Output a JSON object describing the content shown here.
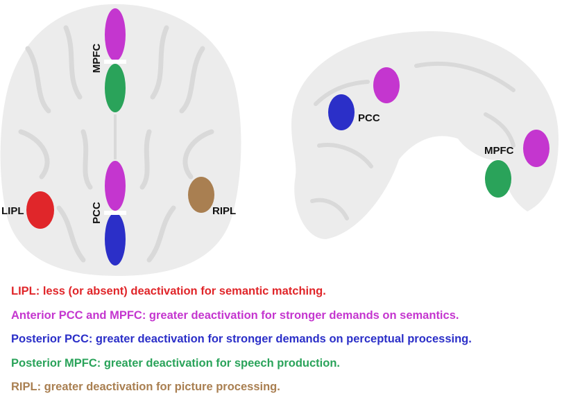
{
  "colors": {
    "lipl": "#e0262a",
    "anterior": "#c436cf",
    "posterior_pcc": "#2b2fc8",
    "posterior_mpfc": "#2aa35a",
    "ripl": "#a97f51",
    "brain_fill": "#ececec",
    "brain_pattern": "#d9d9d9",
    "label": "#111111"
  },
  "axial_view": {
    "labels": {
      "mpfc": "MPFC",
      "pcc": "PCC",
      "lipl": "LIPL",
      "ripl": "RIPL"
    }
  },
  "sagittal_view": {
    "labels": {
      "pcc": "PCC",
      "mpfc": "MPFC"
    }
  },
  "legend": [
    {
      "key": "lipl",
      "text": "LIPL: less (or absent) deactivation for semantic matching."
    },
    {
      "key": "anterior",
      "text": "Anterior PCC and MPFC: greater deactivation for stronger demands on semantics."
    },
    {
      "key": "posterior_pcc",
      "text": "Posterior PCC: greater deactivation for stronger demands on perceptual processing."
    },
    {
      "key": "posterior_mpfc",
      "text": "Posterior MPFC: greater deactivation for speech production."
    },
    {
      "key": "ripl",
      "text": "RIPL: greater deactivation for picture processing."
    }
  ]
}
